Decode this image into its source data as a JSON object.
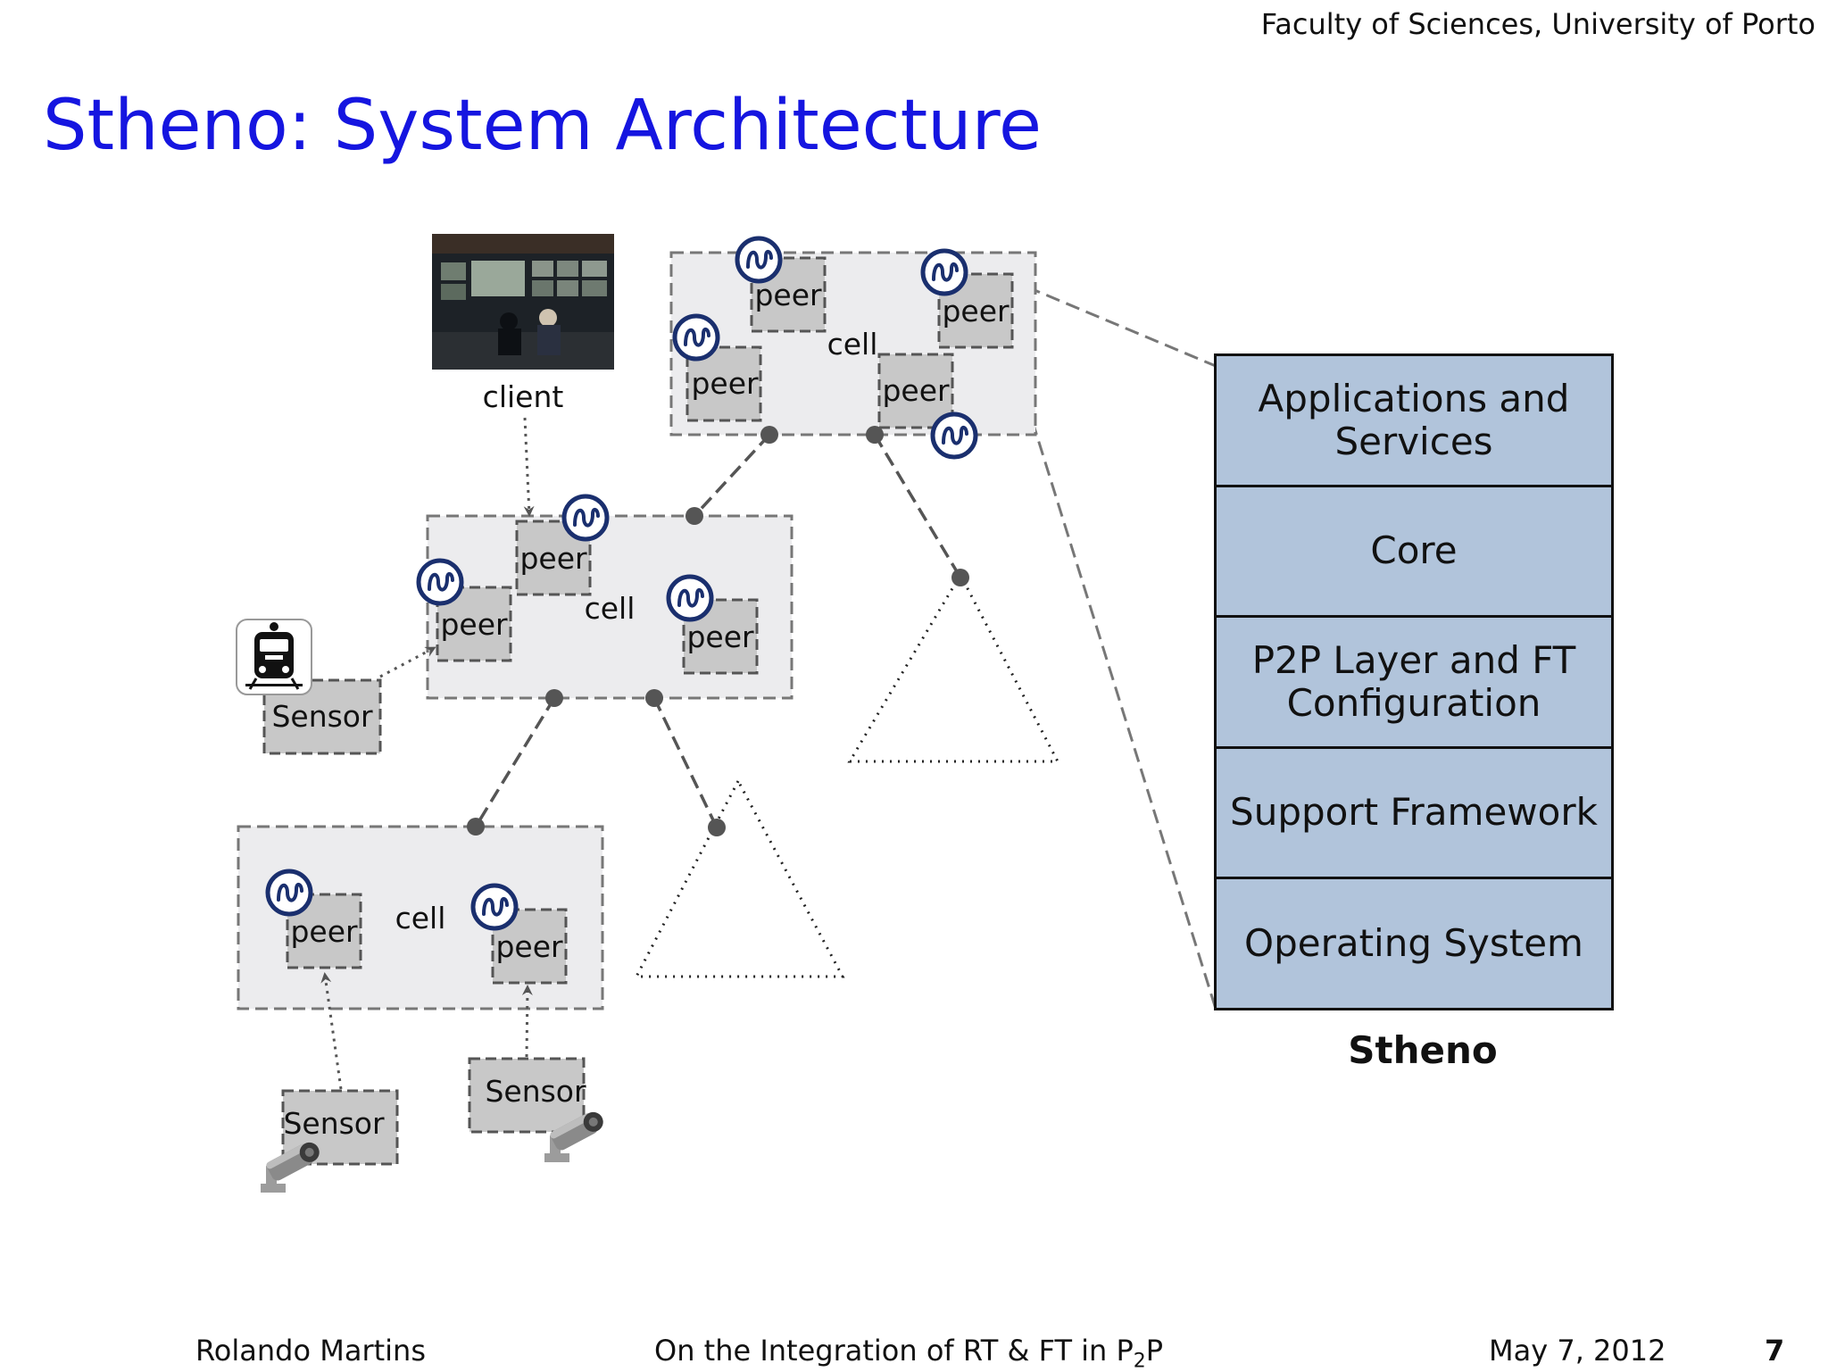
{
  "header": {
    "institution": "Faculty of Sciences, University of Porto"
  },
  "slide": {
    "title": "Stheno: System Architecture"
  },
  "diagram": {
    "cell_label": "cell",
    "peer_label": "peer",
    "sensor_label": "Sensor",
    "client_label": "client"
  },
  "stack": {
    "layers": [
      "Applications and Services",
      "Core",
      "P2P Layer and FT Configuration",
      "Support Framework",
      "Operating System"
    ],
    "label": "Stheno"
  },
  "footer": {
    "author": "Rolando Martins",
    "talk_title_prefix": "On the Integration of RT & FT in P",
    "talk_title_sub": "2",
    "talk_title_suffix": "P",
    "date": "May 7, 2012",
    "page": "7"
  },
  "colors": {
    "title": "#1515e0",
    "cell_fill": "#ececee",
    "peer_fill": "#c8c8c8",
    "stack_fill": "#b1c4db",
    "node": "#555555",
    "badge": "#1a2f6e"
  },
  "icons": [
    "stheno-badge-icon",
    "train-icon",
    "security-camera-icon",
    "control-room-photo"
  ]
}
